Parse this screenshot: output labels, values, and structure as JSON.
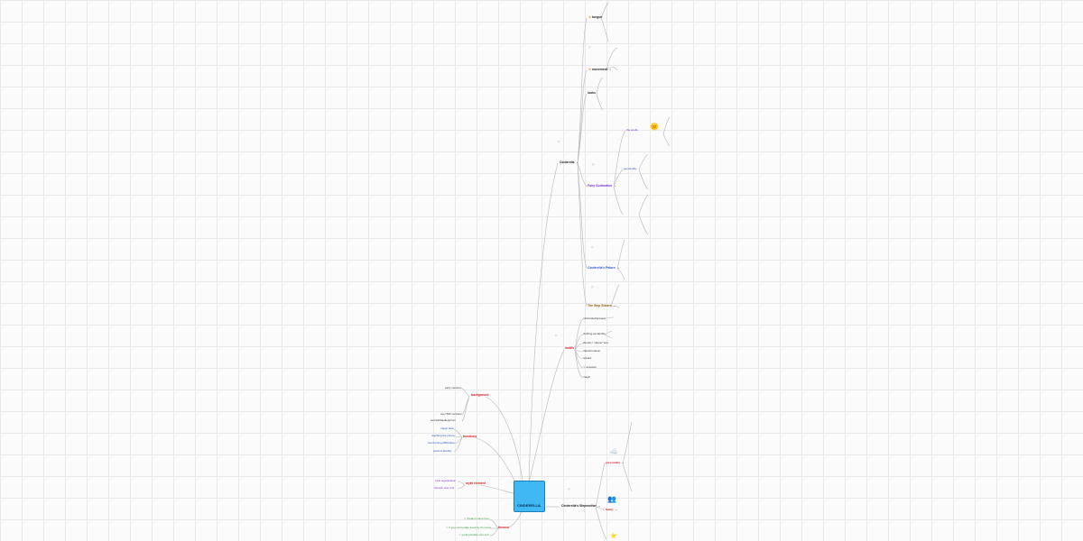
{
  "root": {
    "label": "CINDERELLA",
    "dot": "··"
  },
  "branches": {
    "cinderella": {
      "label": "Cinderella"
    },
    "tongue": {
      "label": "tongue",
      "star": "☆"
    },
    "movement": {
      "label": "movement",
      "star": "☆"
    },
    "looks": {
      "label": "looks"
    },
    "fairy_godmother": {
      "label": "Fairy Godmother"
    },
    "the_spells": {
      "label": "the spells"
    },
    "personality": {
      "label": "personality"
    },
    "cinderellas_palace": {
      "label": "Cinderella's Palace"
    },
    "the_step_sisters": {
      "label": "The Step Sisters"
    },
    "motifs": {
      "label": "motifs"
    },
    "background": {
      "label": "background"
    },
    "functions": {
      "label": "functions"
    },
    "myth_element": {
      "label": "myth element"
    },
    "themes": {
      "label": "themes"
    },
    "stepmother": {
      "label": "Cinderella's Stepmother"
    },
    "sm_personality": {
      "label": "personality"
    },
    "sm_family": {
      "label": "family"
    }
  },
  "motif_items": [
    {
      "label": "mistreated/present"
    },
    {
      "label": "clothing as identity"
    },
    {
      "label": "identity / 'slipper' test"
    },
    {
      "label": "transformation"
    },
    {
      "label": "reward"
    },
    {
      "label": "☆ ancestor"
    },
    {
      "label": "magic"
    }
  ],
  "background_items": [
    {
      "label": "early versions"
    },
    {
      "label": "over 500 versions"
    },
    {
      "label": "perrault/basile/grimm"
    }
  ],
  "function_items": [
    {
      "label": "magic help"
    },
    {
      "label": "reaching the prince"
    },
    {
      "label": "overcoming difficulties"
    },
    {
      "label": "proof of identity"
    }
  ],
  "myth_items": [
    {
      "label": "rural organization"
    },
    {
      "label": "triumph over evil"
    }
  ],
  "theme_items": [
    {
      "label": "☆ dreams come true"
    },
    {
      "label": "☆ if you can't judge book by it's cover"
    },
    {
      "label": "☆ good prevails over evil"
    }
  ]
}
